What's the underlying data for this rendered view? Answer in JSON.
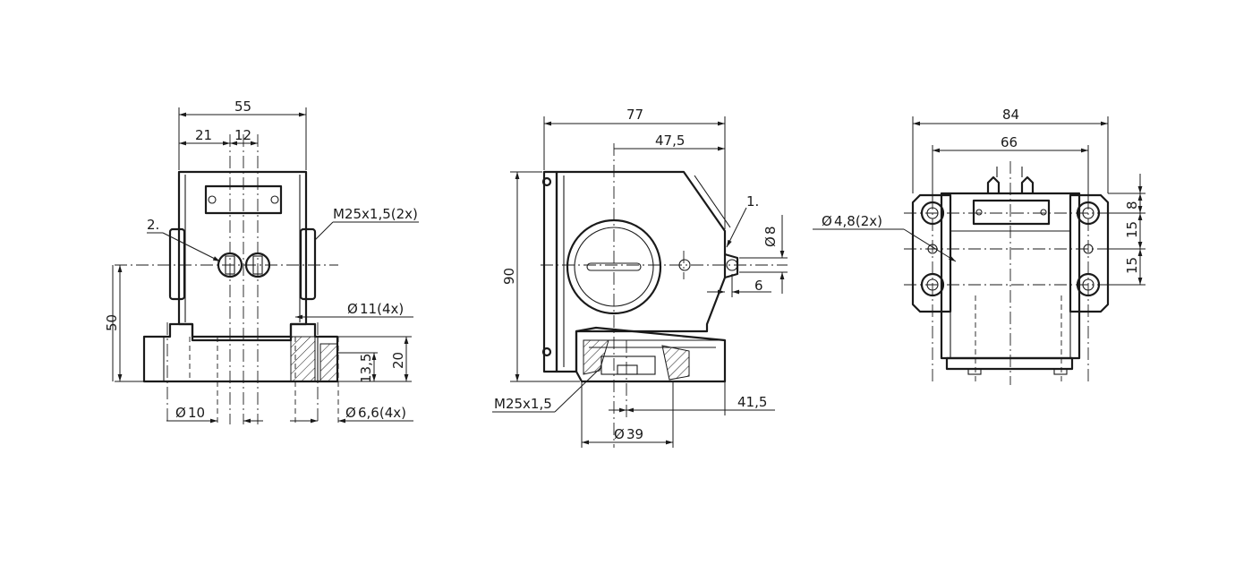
{
  "colors": {
    "line": "#1a1a1a",
    "background": "#ffffff"
  },
  "left_view": {
    "width": "55",
    "offset_21": "21",
    "spacing_12": "12",
    "height": "50",
    "thread": "M25x1,5(2x)",
    "item_2": "2.",
    "bore_11": "11(4x)",
    "bore_10": "10",
    "bore_6_6": "6,6(4x)",
    "depth_13_5": "13,5",
    "depth_20": "20"
  },
  "mid_view": {
    "width": "77",
    "offset_47_5": "47,5",
    "height": "90",
    "item_1": "1.",
    "dia_8": "8",
    "dist_6": "6",
    "thread": "M25x1,5",
    "dist_41_5": "41,5",
    "dia_39": "39"
  },
  "right_view": {
    "width": "84",
    "spacing_66": "66",
    "holes": "4,8(2x)",
    "dim_8": "8",
    "dim_15a": "15",
    "dim_15b": "15"
  },
  "symbols": {
    "diameter": "Ø"
  }
}
